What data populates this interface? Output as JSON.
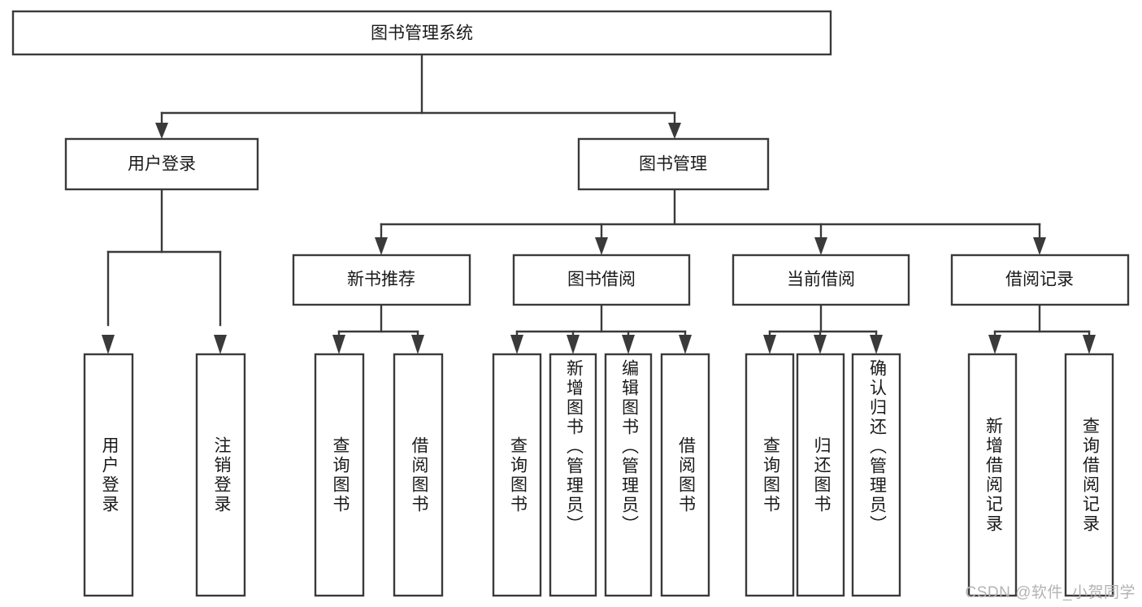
{
  "diagram": {
    "type": "hierarchy-tree",
    "title": "图书管理系统",
    "watermark": "CSDN @软件_小贺同学",
    "level1": {
      "label": "图书管理系统"
    },
    "level2": [
      {
        "label": "用户登录"
      },
      {
        "label": "图书管理"
      }
    ],
    "level3": [
      {
        "label": "新书推荐"
      },
      {
        "label": "图书借阅"
      },
      {
        "label": "当前借阅"
      },
      {
        "label": "借阅记录"
      }
    ],
    "leaves": {
      "user_login": [
        {
          "label": "用户登录"
        },
        {
          "label": "注销登录"
        }
      ],
      "new_book_recommend": [
        {
          "label": "查询图书"
        },
        {
          "label": "借阅图书"
        }
      ],
      "book_borrow": [
        {
          "label": "查询图书"
        },
        {
          "label": "新增图书（管理员）"
        },
        {
          "label": "编辑图书（管理员）"
        },
        {
          "label": "借阅图书"
        }
      ],
      "current_borrow": [
        {
          "label": "查询图书"
        },
        {
          "label": "归还图书"
        },
        {
          "label": "确认归还（管理员）"
        }
      ],
      "borrow_records": [
        {
          "label": "新增借阅记录"
        },
        {
          "label": "查询借阅记录"
        }
      ]
    },
    "colors": {
      "box_stroke": "#3a3a3a",
      "box_fill": "#ffffff",
      "text": "#1a1a1a",
      "watermark": "#b3b3b3",
      "background": "#ffffff"
    }
  }
}
